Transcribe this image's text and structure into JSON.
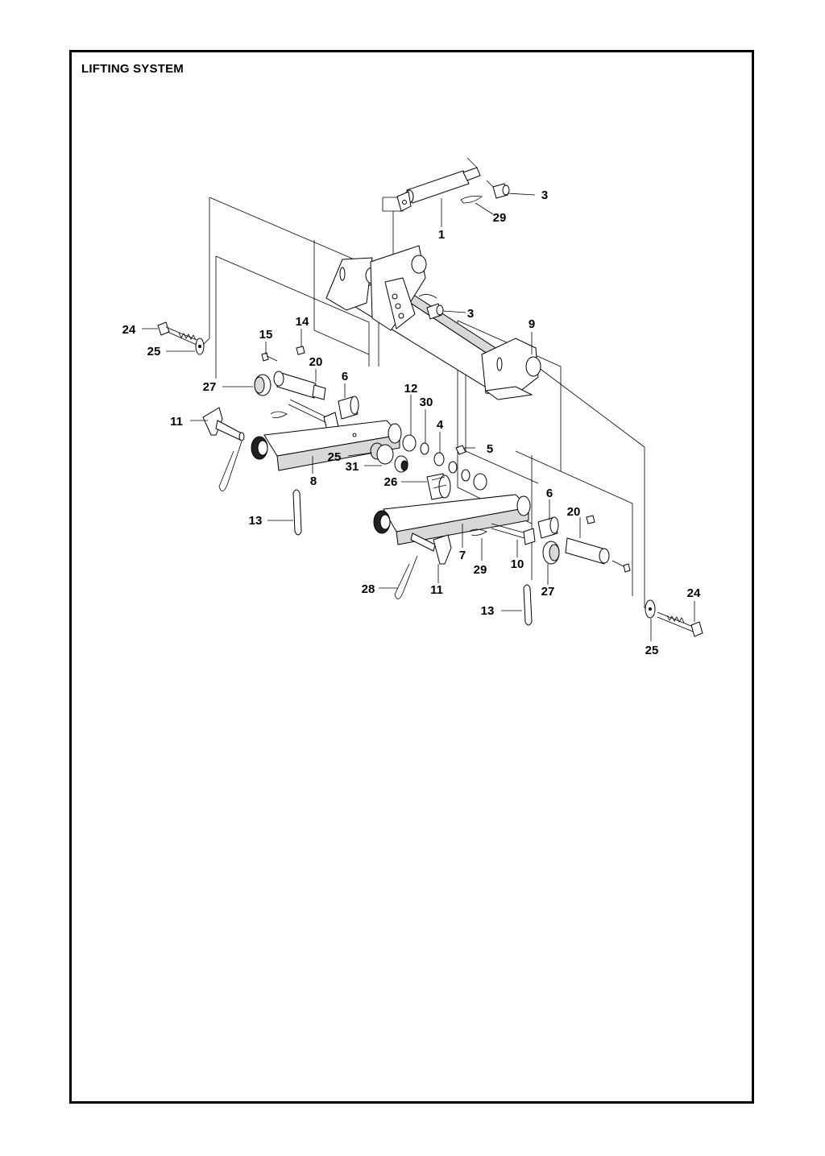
{
  "title": "LIFTING SYSTEM",
  "callouts": [
    {
      "id": "c1",
      "text": "1"
    },
    {
      "id": "c3a",
      "text": "3"
    },
    {
      "id": "c29a",
      "text": "29"
    },
    {
      "id": "c3b",
      "text": "3"
    },
    {
      "id": "c9",
      "text": "9"
    },
    {
      "id": "c24a",
      "text": "24"
    },
    {
      "id": "c25a",
      "text": "25"
    },
    {
      "id": "c14",
      "text": "14"
    },
    {
      "id": "c15",
      "text": "15"
    },
    {
      "id": "c20a",
      "text": "20"
    },
    {
      "id": "c6a",
      "text": "6"
    },
    {
      "id": "c27a",
      "text": "27"
    },
    {
      "id": "c11a",
      "text": "11"
    },
    {
      "id": "c12",
      "text": "12"
    },
    {
      "id": "c30",
      "text": "30"
    },
    {
      "id": "c4",
      "text": "4"
    },
    {
      "id": "c5",
      "text": "5"
    },
    {
      "id": "c25b",
      "text": "25"
    },
    {
      "id": "c31",
      "text": "31"
    },
    {
      "id": "c8",
      "text": "8"
    },
    {
      "id": "c26",
      "text": "26"
    },
    {
      "id": "c13a",
      "text": "13"
    },
    {
      "id": "c6b",
      "text": "6"
    },
    {
      "id": "c20b",
      "text": "20"
    },
    {
      "id": "c7",
      "text": "7"
    },
    {
      "id": "c29b",
      "text": "29"
    },
    {
      "id": "c10",
      "text": "10"
    },
    {
      "id": "c27b",
      "text": "27"
    },
    {
      "id": "c28",
      "text": "28"
    },
    {
      "id": "c11b",
      "text": "11"
    },
    {
      "id": "c13b",
      "text": "13"
    },
    {
      "id": "c24b",
      "text": "24"
    },
    {
      "id": "c25c",
      "text": "25"
    }
  ]
}
